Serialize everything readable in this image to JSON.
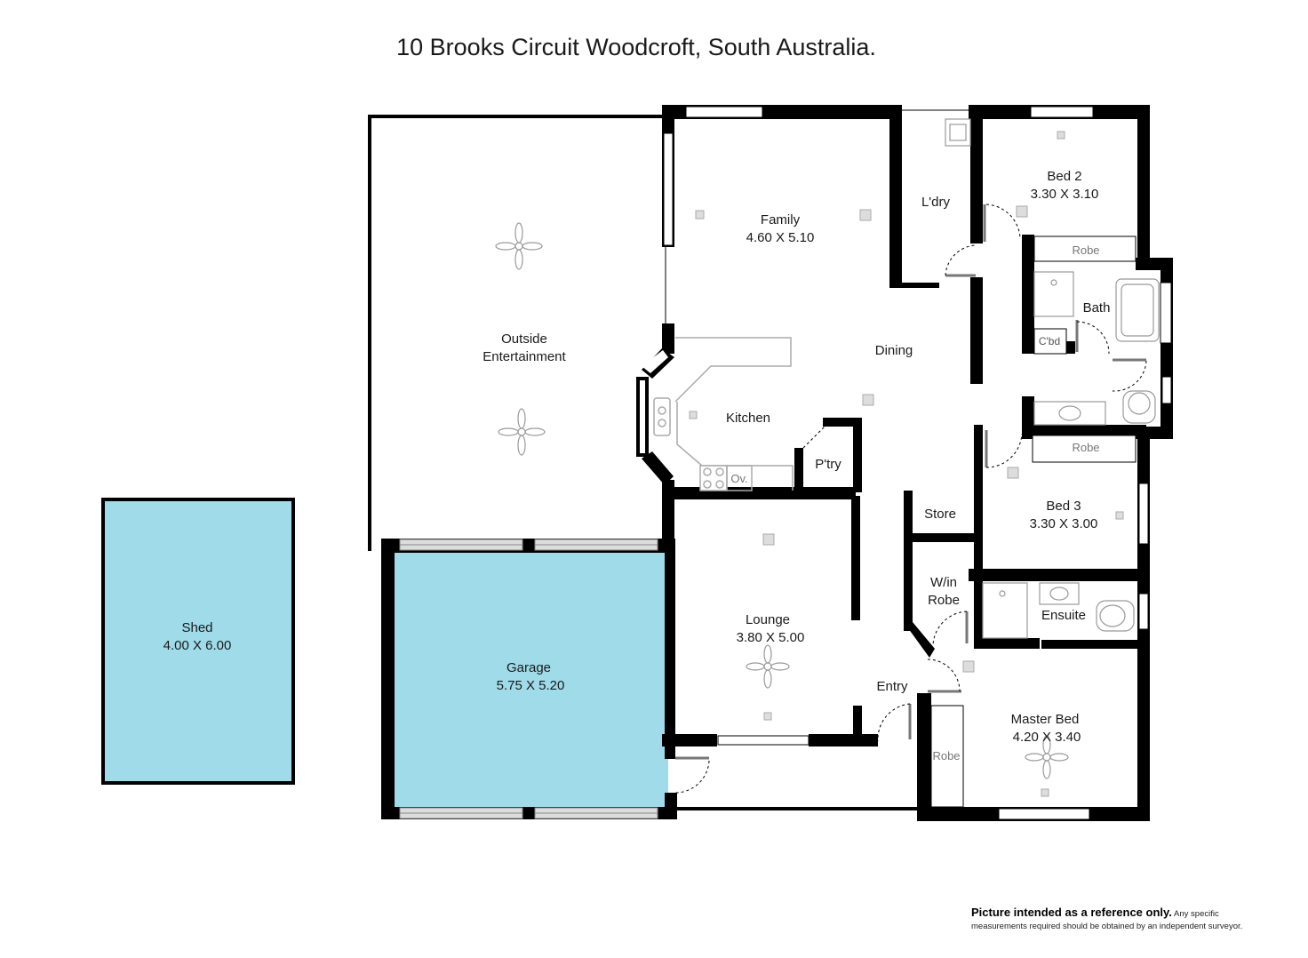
{
  "title": "10 Brooks Circuit Woodcroft, South Australia.",
  "colors": {
    "wall": "#000000",
    "fill_blue": "#9fdbe9",
    "fixture": "#aaaaaa"
  },
  "rooms": {
    "shed": {
      "name": "Shed",
      "dims": "4.00 X 6.00"
    },
    "outside": {
      "name_line1": "Outside",
      "name_line2": "Entertainment"
    },
    "garage": {
      "name": "Garage",
      "dims": "5.75 X 5.20"
    },
    "family": {
      "name": "Family",
      "dims": "4.60 X 5.10"
    },
    "kitchen": {
      "name": "Kitchen"
    },
    "pantry": {
      "name": "P'try"
    },
    "oven": {
      "name": "Ov."
    },
    "dining": {
      "name": "Dining"
    },
    "laundry": {
      "name": "L'dry"
    },
    "bed2": {
      "name": "Bed 2",
      "dims": "3.30 X 3.10"
    },
    "bed2_robe": {
      "name": "Robe"
    },
    "bath": {
      "name": "Bath"
    },
    "cupboard": {
      "name": "C'bd"
    },
    "bed3": {
      "name": "Bed 3",
      "dims": "3.30 X 3.00"
    },
    "bed3_robe": {
      "name": "Robe"
    },
    "store": {
      "name": "Store"
    },
    "walkin": {
      "name_line1": "W/in",
      "name_line2": "Robe"
    },
    "ensuite": {
      "name": "Ensuite"
    },
    "lounge": {
      "name": "Lounge",
      "dims": "3.80 X 5.00"
    },
    "entry": {
      "name": "Entry"
    },
    "master": {
      "name": "Master Bed",
      "dims": "4.20 X 3.40"
    },
    "master_robe": {
      "name": "Robe"
    }
  },
  "disclaimer": {
    "bold": "Picture intended as a reference only.",
    "line1_rest": "Any specific",
    "line2": "measurements required should be obtained by an independent surveyor."
  }
}
